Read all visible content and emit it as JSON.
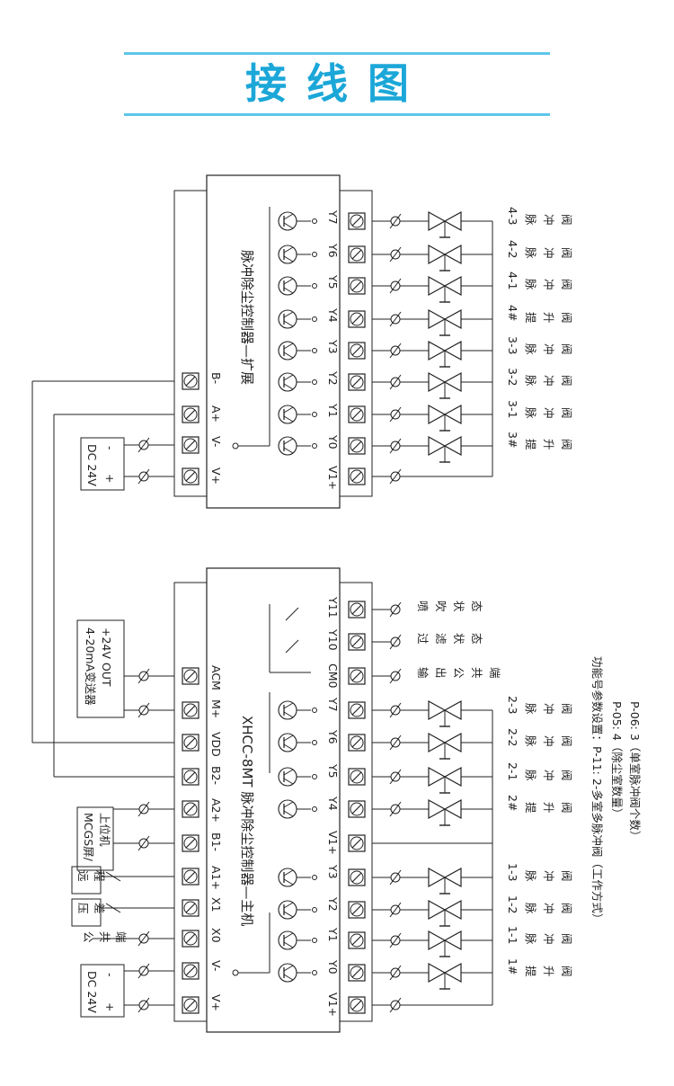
{
  "title": "接线图",
  "ext": {
    "name": "脉冲除尘控制器—扩展",
    "top_terminals": [
      "V+",
      "V-",
      "A+",
      "B-"
    ],
    "power": {
      "label": "DC 24V",
      "plus": "+",
      "minus": "-"
    },
    "outputs": [
      "V1+",
      "Y0",
      "Y1",
      "Y2",
      "Y3",
      "Y4",
      "Y5",
      "Y6",
      "Y7"
    ],
    "valves": [
      [
        "3#",
        "提",
        "升",
        "阀"
      ],
      [
        "3-1",
        "脉",
        "冲",
        "阀"
      ],
      [
        "3-2",
        "脉",
        "冲",
        "阀"
      ],
      [
        "3-3",
        "脉",
        "冲",
        "阀"
      ],
      [
        "4#",
        "提",
        "升",
        "阀"
      ],
      [
        "4-1",
        "脉",
        "冲",
        "阀"
      ],
      [
        "4-2",
        "脉",
        "冲",
        "阀"
      ],
      [
        "4-3",
        "脉",
        "冲",
        "阀"
      ]
    ]
  },
  "main": {
    "name": "XHCC-8MT 脉冲除尘控制器—主机",
    "top_terminals": [
      "V+",
      "V-",
      "X0",
      "X1",
      "A1+",
      "B1-",
      "A2+",
      "B2-",
      "VDD",
      "M+",
      "ACM"
    ],
    "power": {
      "label": "DC 24V",
      "plus": "+",
      "minus": "-"
    },
    "common_label": [
      "公",
      "共",
      "端"
    ],
    "diff_label": [
      "压",
      "差"
    ],
    "remote_label": [
      "远",
      "程"
    ],
    "hmi_label": [
      "MCGS屏/",
      "上位机"
    ],
    "transmitter_label": [
      "4-20mA变送器",
      "+24V OUT"
    ],
    "outputs": [
      "V1+",
      "Y0",
      "Y1",
      "Y2",
      "Y3",
      "V1+",
      "Y4",
      "Y5",
      "Y6",
      "Y7",
      "CM0",
      "Y10",
      "Y11"
    ],
    "valves": [
      [
        "1#",
        "提",
        "升",
        "阀"
      ],
      [
        "1-1",
        "脉",
        "冲",
        "阀"
      ],
      [
        "1-2",
        "脉",
        "冲",
        "阀"
      ],
      [
        "1-3",
        "脉",
        "冲",
        "阀"
      ],
      [
        "2#",
        "提",
        "升",
        "阀"
      ],
      [
        "2-1",
        "脉",
        "冲",
        "阀"
      ],
      [
        "2-2",
        "脉",
        "冲",
        "阀"
      ],
      [
        "2-3",
        "脉",
        "冲",
        "阀"
      ]
    ],
    "relay_labels": [
      [
        "输",
        "出",
        "公",
        "共",
        "端"
      ],
      [
        "过",
        "滤",
        "状",
        "态"
      ],
      [
        "喷",
        "吹",
        "状",
        "态"
      ]
    ]
  },
  "params": {
    "line1": "功能号参数设置：P-11: 2-多室多脉冲阀（工作方式）",
    "line2": "P-05: 4（除尘室数量）",
    "line3": "P-06: 3（单室脉冲阀个数）"
  }
}
